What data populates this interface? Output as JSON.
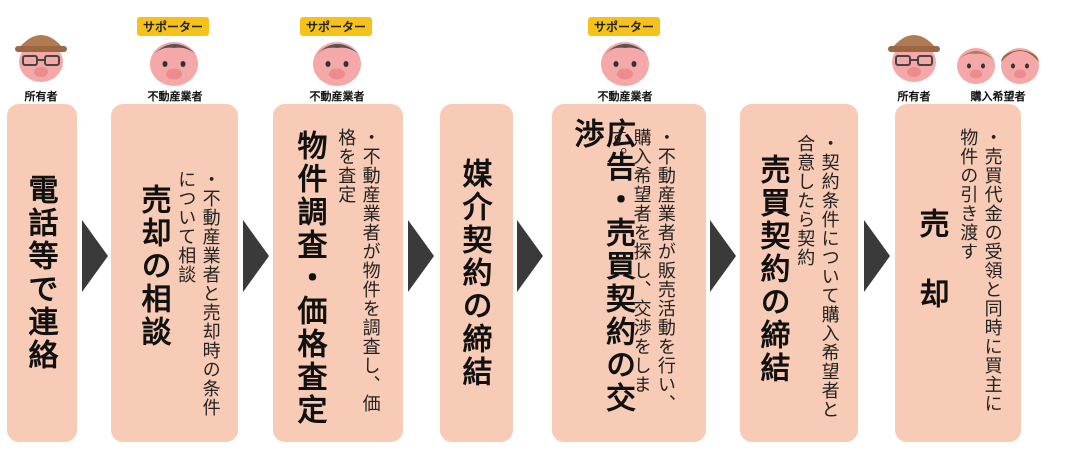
{
  "roles": {
    "owner": "所有者",
    "agent": "不動産業者",
    "buyer": "購入希望者",
    "supporter": "サポーター"
  },
  "steps": [
    {
      "title": "電話等で連絡",
      "desc": ""
    },
    {
      "title": "売却の相談",
      "desc": "・不動産業者と売却時の条件について相談"
    },
    {
      "title": "物件調査・価格査定",
      "desc": "・不動産業者が物件を調査し、価格を査定"
    },
    {
      "title": "媒介契約の締結",
      "desc": ""
    },
    {
      "title": "広告・売買契約の交渉",
      "desc": "・不動産業者が販売活動を行い、購入希望者を探し、交渉をします。"
    },
    {
      "title": "売買契約の締結",
      "desc": "・契約条件について購入希望者と合意したら契約"
    },
    {
      "title": "売却",
      "desc": "・売買代金の受領と同時に買主に物件の引き渡す"
    }
  ],
  "colors": {
    "box": "#f7cbb5",
    "arrow": "#3a3a3a",
    "badge": "#f6c21a",
    "pig": "#f5a8a8",
    "hat": "#b07a52",
    "hair": "#555555"
  }
}
